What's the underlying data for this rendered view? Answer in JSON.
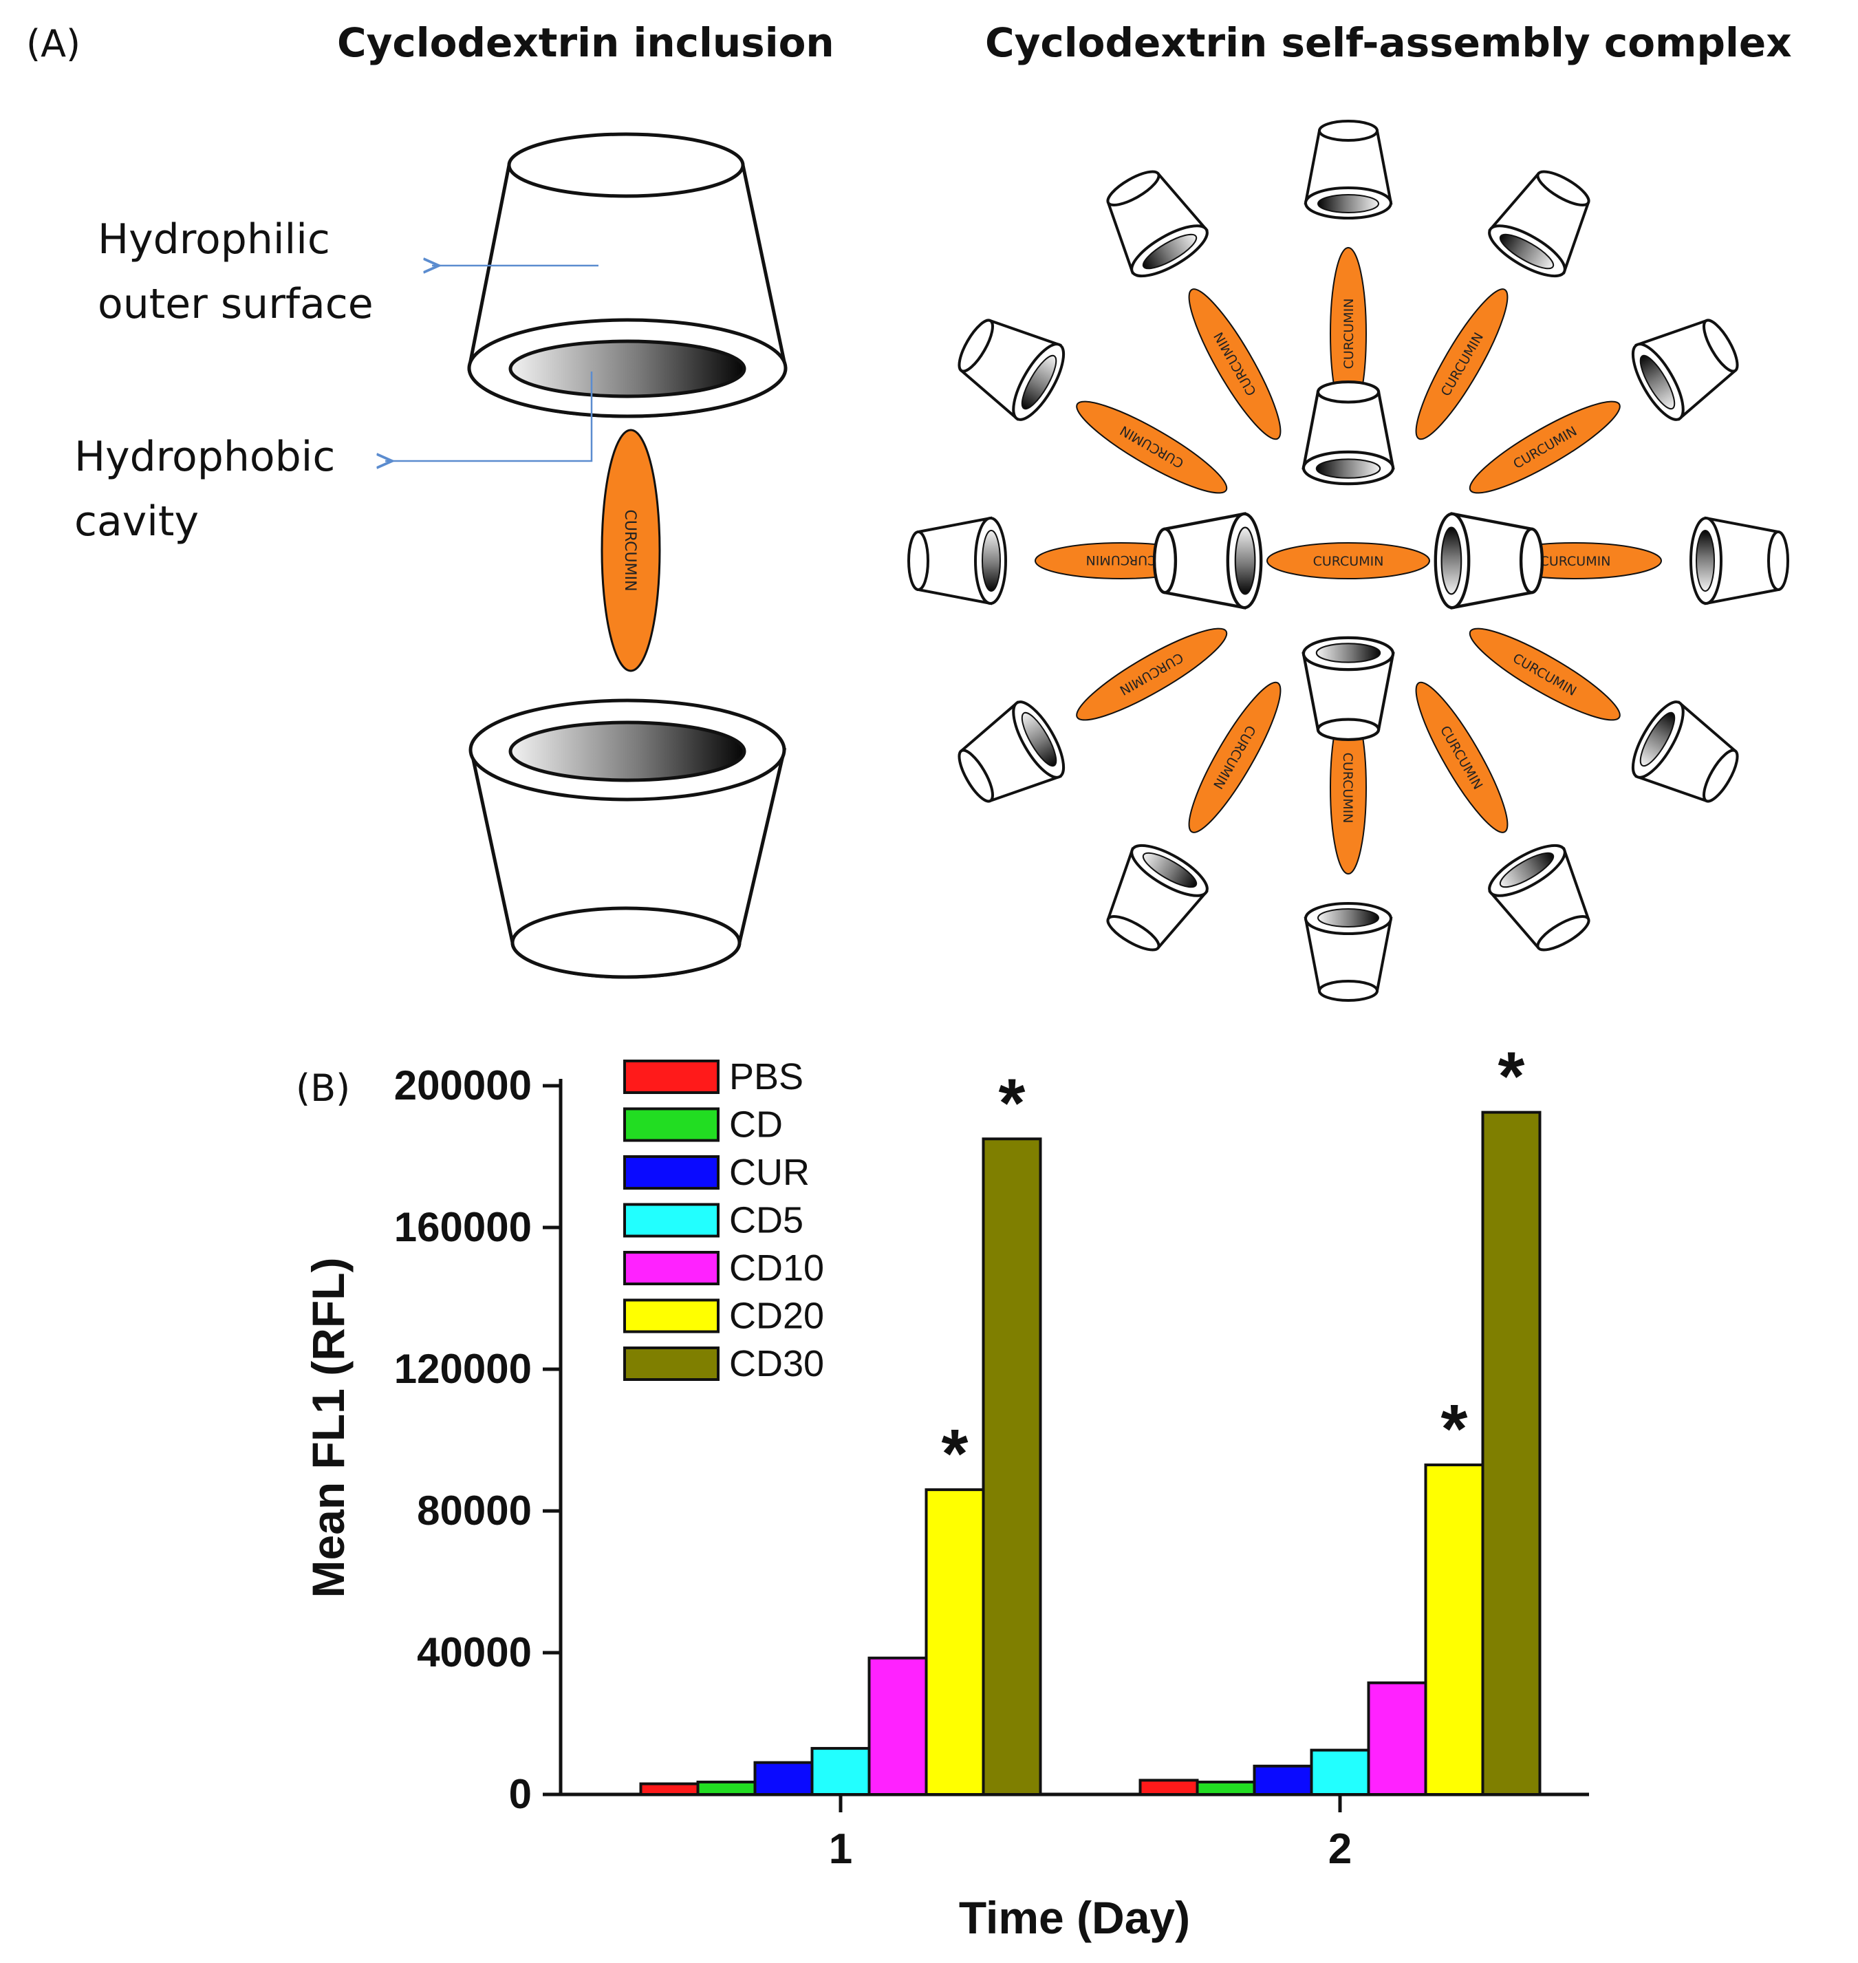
{
  "panel_a": {
    "label": "(A)",
    "left_title": "Cyclodextrin inclusion",
    "right_title": "Cyclodextrin self-assembly complex",
    "annotations": {
      "hydrophilic_line1": "Hydrophilic",
      "hydrophilic_line2": "outer surface",
      "hydrophobic_line1": "Hydrophobic",
      "hydrophobic_line2": "cavity"
    },
    "guest_label": "CURCUMIN",
    "colors": {
      "guest": "#F7821E",
      "cup_fill": "#ffffff",
      "stroke": "#111111",
      "arrow": "#5b8ccf"
    }
  },
  "panel_b": {
    "label": "(B)",
    "significance_marker": "*"
  },
  "chart_data": {
    "type": "bar",
    "categories": [
      "1",
      "2"
    ],
    "xlabel": "Time (Day)",
    "ylabel": "Mean FL1 (RFL)",
    "ylim": [
      0,
      200000
    ],
    "yticks": [
      0,
      40000,
      80000,
      120000,
      160000,
      200000
    ],
    "legend": "top-left",
    "grid": false,
    "series": [
      {
        "name": "PBS",
        "color": "#ff1a1a",
        "values": [
          3000,
          4000
        ]
      },
      {
        "name": "CD",
        "color": "#22dd22",
        "values": [
          3500,
          3500
        ]
      },
      {
        "name": "CUR",
        "color": "#0a0aff",
        "values": [
          9000,
          8000
        ]
      },
      {
        "name": "CD5",
        "color": "#22ffff",
        "values": [
          13000,
          12500
        ]
      },
      {
        "name": "CD10",
        "color": "#ff22ff",
        "values": [
          38500,
          31500
        ]
      },
      {
        "name": "CD20",
        "color": "#ffff00",
        "values": [
          86000,
          93000
        ]
      },
      {
        "name": "CD30",
        "color": "#7f7f00",
        "values": [
          185000,
          192500
        ]
      }
    ],
    "significant": {
      "CD20": [
        true,
        true
      ],
      "CD30": [
        true,
        true
      ]
    }
  }
}
